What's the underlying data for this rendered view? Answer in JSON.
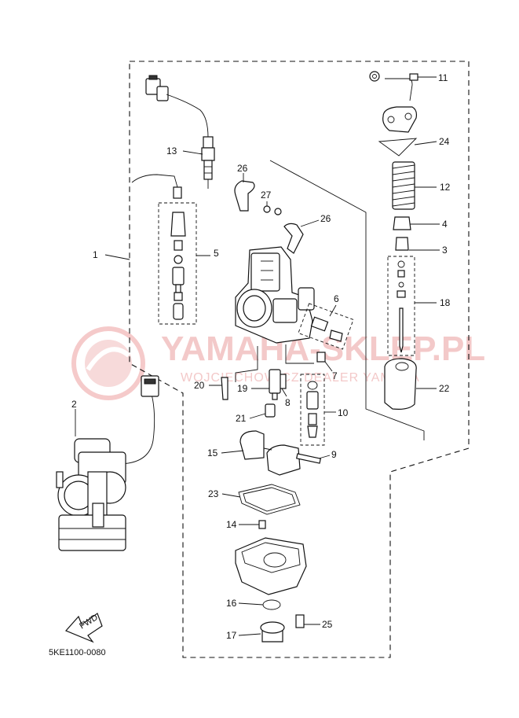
{
  "diagram_code": "5KE1100-0080",
  "fwd_label": "FWD",
  "watermark": {
    "title": "YAMAHA-SKLEP.PL",
    "subtitle": "WOJCIECHOWICZ DEALER YAMAHA"
  },
  "callouts": {
    "c1": "1",
    "c2": "2",
    "c3": "3",
    "c4": "4",
    "c5": "5",
    "c6": "6",
    "c7": "7",
    "c8": "8",
    "c9": "9",
    "c10": "10",
    "c11": "11",
    "c12": "12",
    "c13": "13",
    "c14": "14",
    "c15": "15",
    "c16": "16",
    "c17": "17",
    "c18": "18",
    "c19": "19",
    "c20": "20",
    "c21": "21",
    "c22": "22",
    "c23": "23",
    "c24": "24",
    "c25": "25",
    "c26a": "26",
    "c26b": "26",
    "c27": "27"
  }
}
